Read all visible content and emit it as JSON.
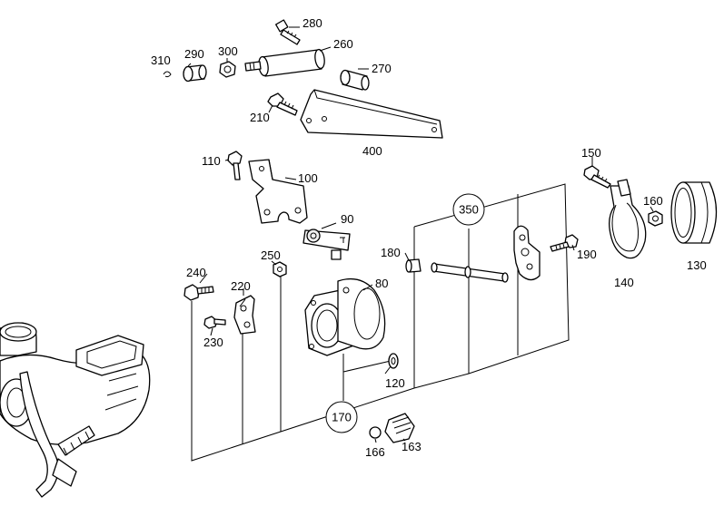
{
  "diagram": {
    "callouts": {
      "c280": "280",
      "c260": "260",
      "c310": "310",
      "c290": "290",
      "c300": "300",
      "c270": "270",
      "c210": "210",
      "c400": "400",
      "c110": "110",
      "c100": "100",
      "c90": "90",
      "c150": "150",
      "c160": "160",
      "c130": "130",
      "c140": "140",
      "c190": "190",
      "c180": "180",
      "c350": "350",
      "c250": "250",
      "c240": "240",
      "c220": "220",
      "c230": "230",
      "c80": "80",
      "c120": "120",
      "c170": "170",
      "c166": "166",
      "c163": "163"
    }
  }
}
